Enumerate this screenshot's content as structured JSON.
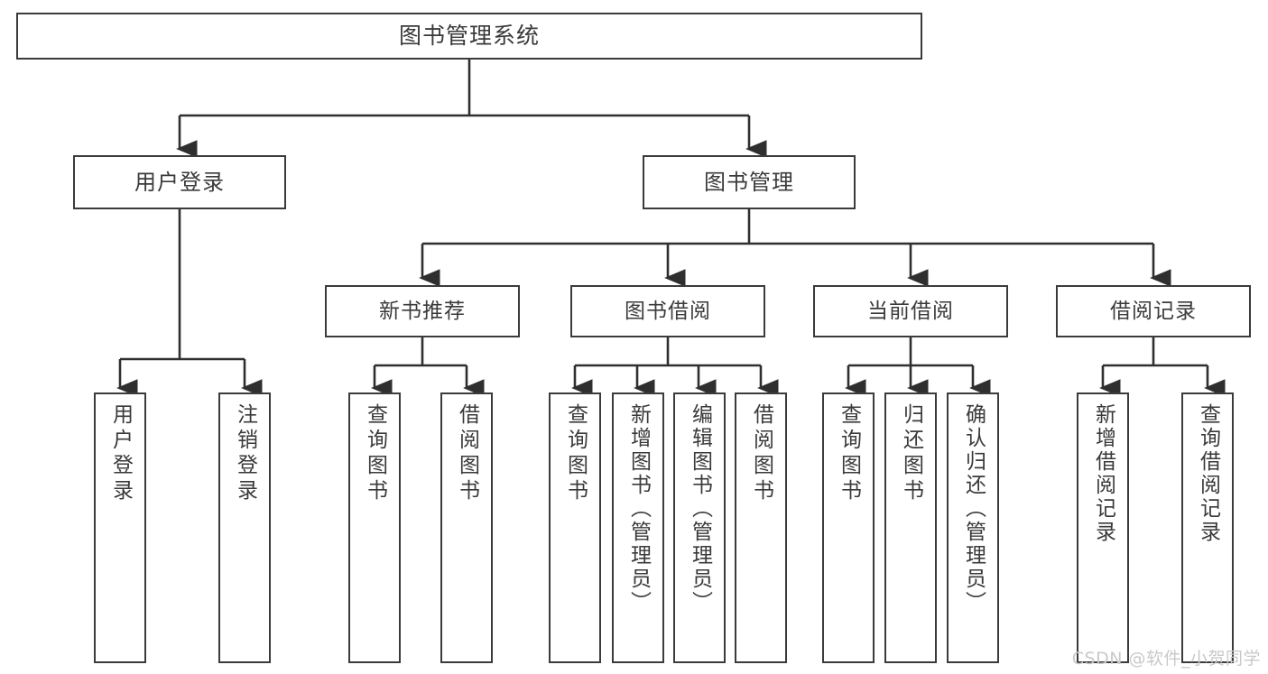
{
  "diagram": {
    "title": "图书管理系统",
    "type": "tree-hierarchy",
    "watermark": "CSDN @软件_小贺同学",
    "colors": {
      "box_border": "#3b3b3b",
      "box_fill": "#ffffff",
      "text": "#3a3a3a",
      "edge": "#2f2f2f",
      "watermark": "#c9c9c9",
      "background": "#ffffff"
    },
    "nodes": {
      "root": {
        "label": "图书管理系统"
      },
      "level2": [
        {
          "id": "user-login",
          "label": "用户登录"
        },
        {
          "id": "book-manage",
          "label": "图书管理"
        }
      ],
      "level3": [
        {
          "id": "new-book-rec",
          "label": "新书推荐"
        },
        {
          "id": "book-borrow",
          "label": "图书借阅"
        },
        {
          "id": "current-borrow",
          "label": "当前借阅"
        },
        {
          "id": "borrow-record",
          "label": "借阅记录"
        }
      ],
      "leaves": {
        "user-login": [
          {
            "id": "leaf-user-login",
            "label": "用户登录"
          },
          {
            "id": "leaf-logout",
            "label": "注销登录"
          }
        ],
        "new-book-rec": [
          {
            "id": "leaf-query-book-1",
            "label": "查询图书"
          },
          {
            "id": "leaf-borrow-book-1",
            "label": "借阅图书"
          }
        ],
        "book-borrow": [
          {
            "id": "leaf-query-book-2",
            "label": "查询图书"
          },
          {
            "id": "leaf-add-book",
            "label": "新增图书（管理员）"
          },
          {
            "id": "leaf-edit-book",
            "label": "编辑图书（管理员）"
          },
          {
            "id": "leaf-borrow-book-2",
            "label": "借阅图书"
          }
        ],
        "current-borrow": [
          {
            "id": "leaf-query-book-3",
            "label": "查询图书"
          },
          {
            "id": "leaf-return-book",
            "label": "归还图书"
          },
          {
            "id": "leaf-confirm-return",
            "label": "确认归还（管理员）"
          }
        ],
        "borrow-record": [
          {
            "id": "leaf-add-record",
            "label": "新增借阅记录"
          },
          {
            "id": "leaf-query-record",
            "label": "查询借阅记录"
          }
        ]
      }
    }
  }
}
